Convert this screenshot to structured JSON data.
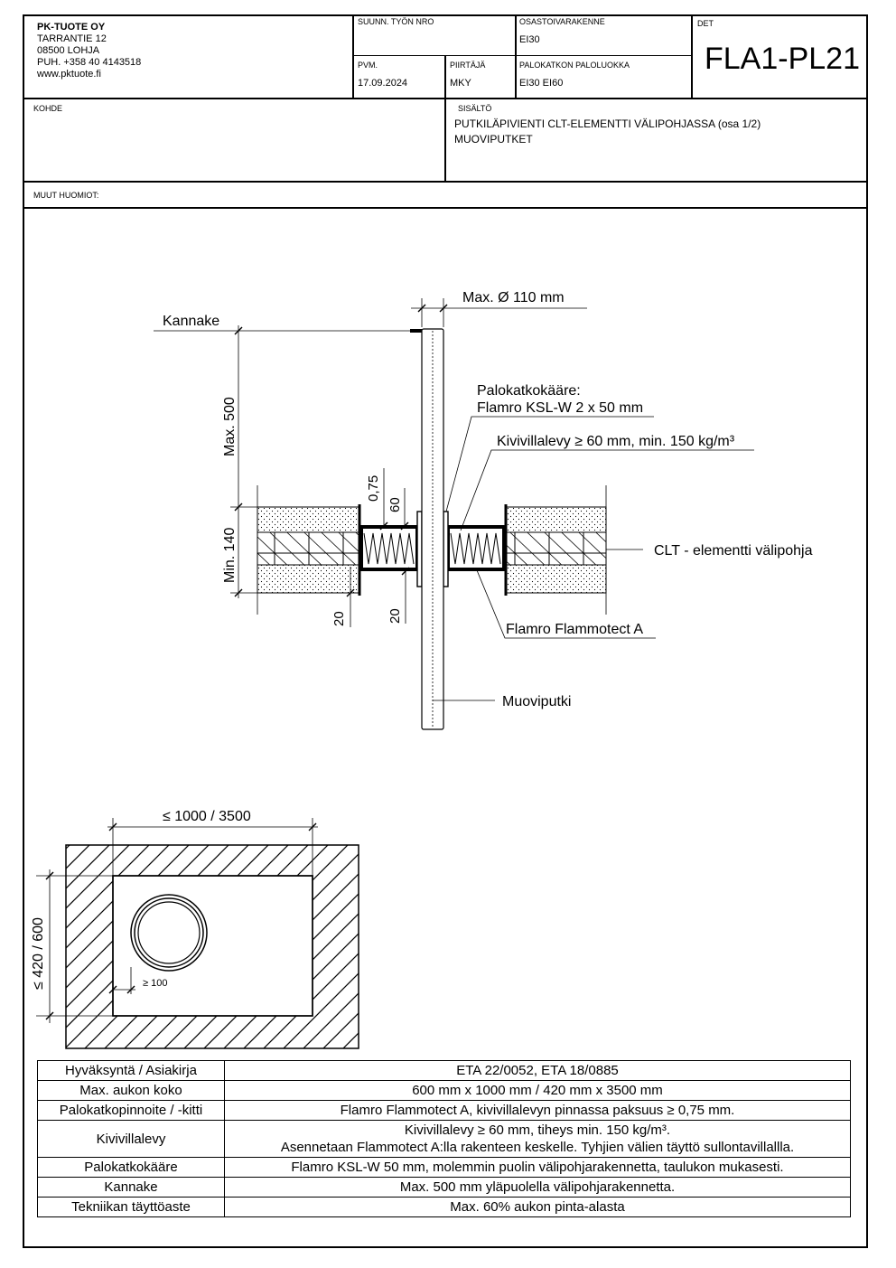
{
  "company": {
    "name": "PK-TUOTE OY",
    "address": "TARRANTIE 12",
    "postal": "08500 LOHJA",
    "phone": "PUH. +358 40 4143518",
    "web": "www.pktuote.fi"
  },
  "titleblock": {
    "suunn_label": "SUUNN. TYÖN NRO",
    "suunn_value": "",
    "osasto_label": "OSASTOIVARAKENNE",
    "osasto_value": "EI30",
    "det_label": "DET",
    "det_value": "FLA1-PL21",
    "pvm_label": "PVM.",
    "pvm_value": "17.09.2024",
    "piirtaja_label": "PIIRTÄJÄ",
    "piirtaja_value": "MKY",
    "palo_label": "PALOKATKON PALOLUOKKA",
    "palo_value": "EI30 EI60",
    "kohde_label": "KOHDE",
    "kohde_value": "",
    "sisalto_label": "SISÄLTÖ",
    "sisalto_line1": "PUTKILÄPIVIENTI  CLT-ELEMENTTI VÄLIPOHJASSA (osa 1/2)",
    "sisalto_line2": "MUOVIPUTKET",
    "muut_label": "MUUT HUOMIOT:"
  },
  "drawing": {
    "max_diameter": "Max. Ø 110 mm",
    "kannake": "Kannake",
    "max500": "Max. 500",
    "palokatko_1": "Palokatkokääre:",
    "palokatko_2": "Flamro KSL-W 2 x 50 mm",
    "kivivilla": "Kivivillalevy ≥ 60 mm, min. 150 kg/m³",
    "dim_075": "0,75",
    "dim_60": "60",
    "min140": "Min. 140",
    "clt": "CLT - elementti välipohja",
    "dim_20a": "20",
    "dim_20b": "20",
    "flammotect": "Flamro Flammotect A",
    "muoviputki": "Muoviputki",
    "opening_width": "≤ 1000 / 3500",
    "opening_height": "≤ 420 / 600",
    "edge_dist": "≥ 100"
  },
  "spec_table": [
    {
      "key": "Hyväksyntä / Asiakirja",
      "value": "ETA 22/0052, ETA 18/0885",
      "value2": ""
    },
    {
      "key": "Max. aukon koko",
      "value": "600 mm x 1000 mm / 420 mm x 3500 mm",
      "value2": ""
    },
    {
      "key": "Palokatkopinnoite / -kitti",
      "value": "Flamro Flammotect A, kivivillalevyn pinnassa paksuus ≥ 0,75 mm.",
      "value2": ""
    },
    {
      "key": "Kivivillalevy",
      "value": "Kivivillalevy ≥ 60 mm, tiheys min. 150 kg/m³.",
      "value2": "Asennetaan Flammotect A:lla rakenteen keskelle. Tyhjien välien täyttö sullontavillallla."
    },
    {
      "key": "Palokatkokääre",
      "value": "Flamro KSL-W 50 mm, molemmin puolin välipohjarakennetta, taulukon mukasesti.",
      "value2": ""
    },
    {
      "key": "Kannake",
      "value": "Max. 500 mm yläpuolella välipohjarakennetta.",
      "value2": ""
    },
    {
      "key": "Tekniikan täyttöaste",
      "value": "Max. 60% aukon pinta-alasta",
      "value2": ""
    }
  ]
}
